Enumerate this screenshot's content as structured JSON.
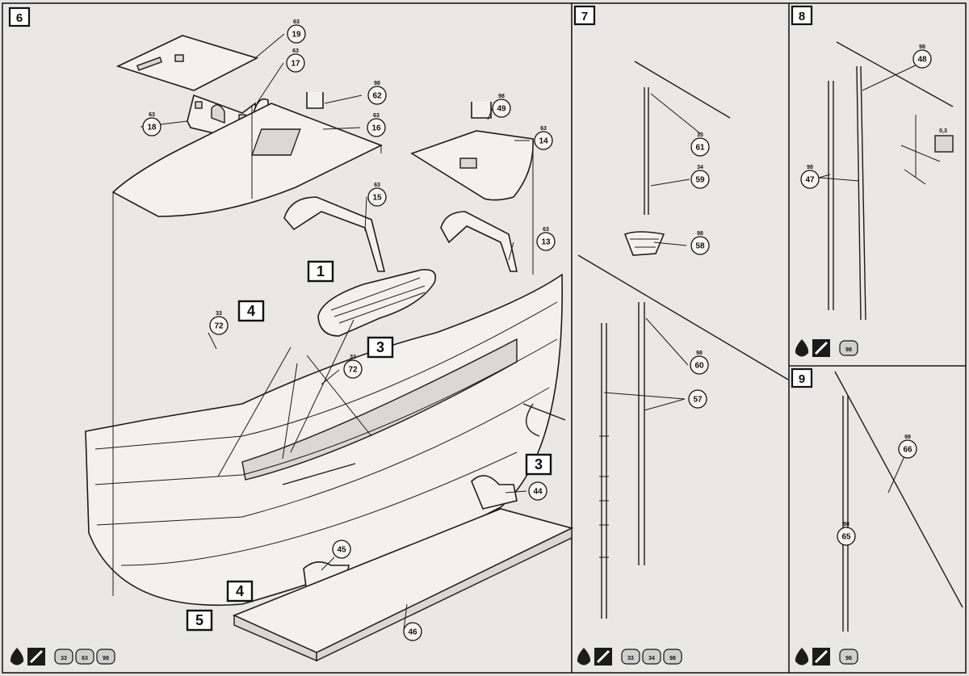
{
  "steps": [
    {
      "number": "6"
    },
    {
      "number": "7"
    },
    {
      "number": "8"
    },
    {
      "number": "9"
    }
  ],
  "parts": {
    "p19": {
      "num": "19",
      "code": "63"
    },
    "p17": {
      "num": "17",
      "code": "63"
    },
    "p62": {
      "num": "62",
      "code": "98"
    },
    "p18": {
      "num": "18",
      "code": "63"
    },
    "p16": {
      "num": "16",
      "code": "63"
    },
    "p49": {
      "num": "49",
      "code": "98"
    },
    "p14": {
      "num": "14",
      "code": "63"
    },
    "p15": {
      "num": "15",
      "code": "63"
    },
    "p13": {
      "num": "13",
      "code": "63"
    },
    "p72a": {
      "num": "72",
      "code": "33"
    },
    "p72b": {
      "num": "72",
      "code": "33"
    },
    "p44": {
      "num": "44",
      "code": ""
    },
    "p45": {
      "num": "45",
      "code": ""
    },
    "p46": {
      "num": "46",
      "code": ""
    },
    "p61": {
      "num": "61",
      "code": "33"
    },
    "p59": {
      "num": "59",
      "code": "34"
    },
    "p58": {
      "num": "58",
      "code": "98"
    },
    "p60": {
      "num": "60",
      "code": "98"
    },
    "p57": {
      "num": "57",
      "code": ""
    },
    "p48": {
      "num": "48",
      "code": "98"
    },
    "p47": {
      "num": "47",
      "code": "98"
    },
    "p66": {
      "num": "66",
      "code": "98"
    },
    "p65": {
      "num": "65",
      "code": "98"
    }
  },
  "callouts": {
    "c1": "1",
    "c4a": "4",
    "c3a": "3",
    "c3b": "3",
    "c4b": "4",
    "c5": "5"
  },
  "thread_gauge": "0,3",
  "paint_sets": {
    "step6": [
      "33",
      "63",
      "98"
    ],
    "step7": [
      "33",
      "34",
      "98"
    ],
    "step8": [
      "98"
    ],
    "step9": [
      "98"
    ]
  }
}
